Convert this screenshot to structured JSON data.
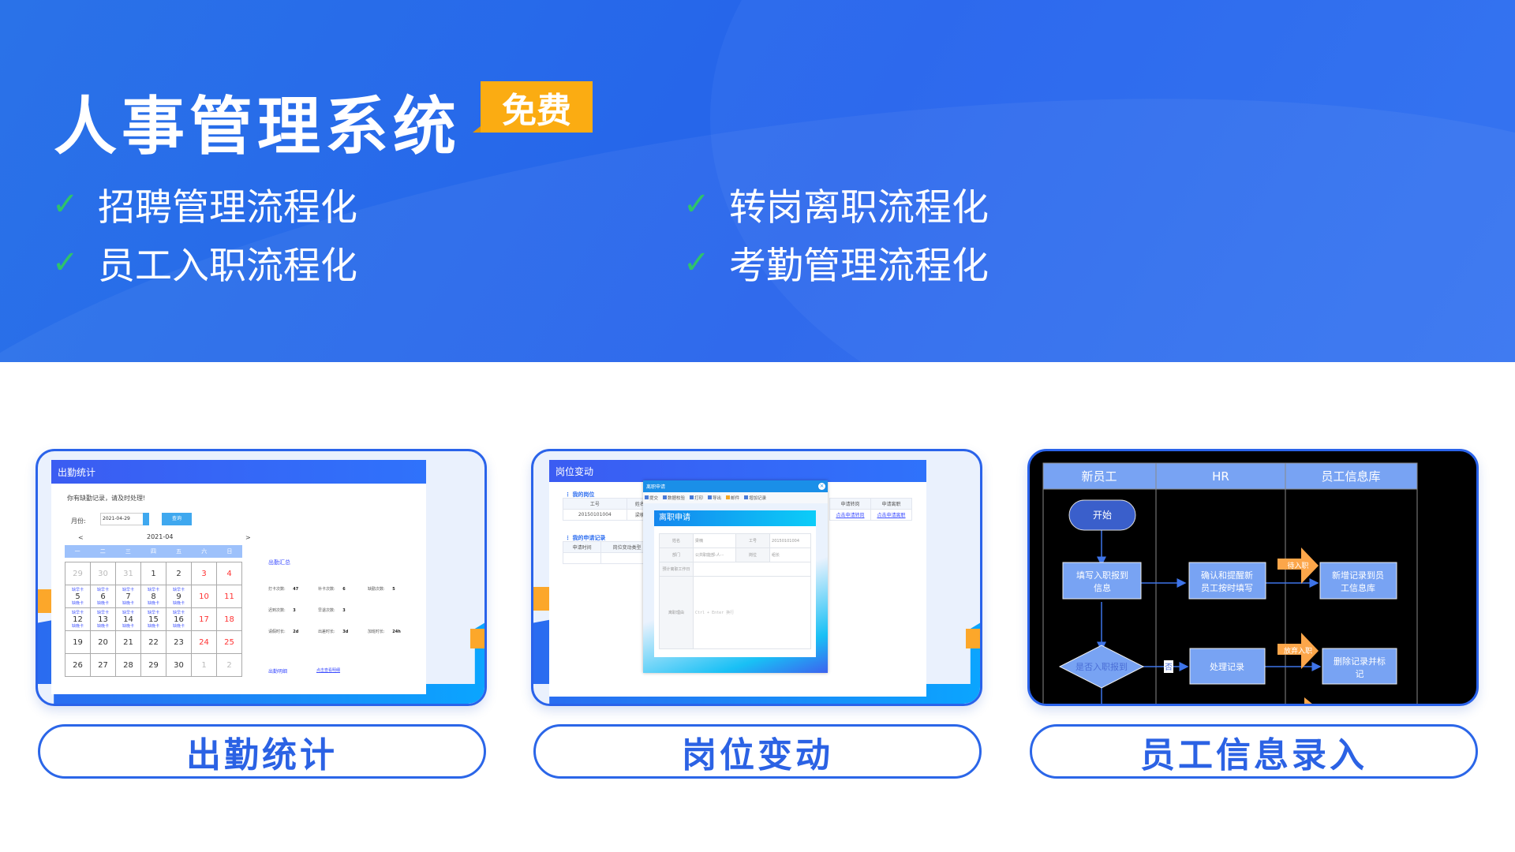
{
  "hero": {
    "title": "人事管理系统",
    "badge": "免费",
    "features": [
      "招聘管理流程化",
      "转岗离职流程化",
      "员工入职流程化",
      "考勤管理流程化"
    ]
  },
  "colors": {
    "primary": "#2563eb",
    "badge": "#fbac12",
    "check": "#2ec36b",
    "flow_node": "#78a3f3",
    "flow_arrow": "#fca64a"
  },
  "cards": [
    {
      "label": "出勤统计",
      "screen": {
        "title": "出勤统计",
        "notice": "你有缺勤记录，请及时处理!",
        "month_label": "月份:",
        "month_value": "2021-04-29",
        "query": "查询",
        "cal_title": "2021-04",
        "prev": "<",
        "next": ">",
        "weekdays": [
          "一",
          "二",
          "三",
          "四",
          "五",
          "六",
          "日"
        ],
        "weeks": [
          [
            {
              "d": "29",
              "t": "prev"
            },
            {
              "d": "30",
              "t": "prev"
            },
            {
              "d": "31",
              "t": "prev"
            },
            {
              "d": "1",
              "t": ""
            },
            {
              "d": "2",
              "t": ""
            },
            {
              "d": "3",
              "t": "we"
            },
            {
              "d": "4",
              "t": "we"
            }
          ],
          [
            {
              "d": "5",
              "t": "",
              "m": [
                "缺早卡",
                "缺晚卡"
              ]
            },
            {
              "d": "6",
              "t": "",
              "m": [
                "缺早卡",
                "缺晚卡"
              ]
            },
            {
              "d": "7",
              "t": "",
              "m": [
                "缺早卡",
                "缺晚卡"
              ]
            },
            {
              "d": "8",
              "t": "",
              "m": [
                "缺早卡",
                "缺晚卡"
              ]
            },
            {
              "d": "9",
              "t": "",
              "m": [
                "缺早卡",
                "缺晚卡"
              ]
            },
            {
              "d": "10",
              "t": "we"
            },
            {
              "d": "11",
              "t": "we"
            }
          ],
          [
            {
              "d": "12",
              "t": "",
              "m": [
                "缺早卡",
                "缺晚卡"
              ]
            },
            {
              "d": "13",
              "t": "",
              "m": [
                "缺早卡",
                "缺晚卡"
              ]
            },
            {
              "d": "14",
              "t": "",
              "m": [
                "缺早卡",
                "缺晚卡"
              ]
            },
            {
              "d": "15",
              "t": "",
              "m": [
                "缺早卡",
                "缺晚卡"
              ]
            },
            {
              "d": "16",
              "t": "",
              "m": [
                "缺早卡",
                "缺晚卡"
              ]
            },
            {
              "d": "17",
              "t": "we"
            },
            {
              "d": "18",
              "t": "we"
            }
          ],
          [
            {
              "d": "19",
              "t": ""
            },
            {
              "d": "20",
              "t": ""
            },
            {
              "d": "21",
              "t": ""
            },
            {
              "d": "22",
              "t": ""
            },
            {
              "d": "23",
              "t": ""
            },
            {
              "d": "24",
              "t": "we"
            },
            {
              "d": "25",
              "t": "we"
            }
          ],
          [
            {
              "d": "26",
              "t": ""
            },
            {
              "d": "27",
              "t": ""
            },
            {
              "d": "28",
              "t": ""
            },
            {
              "d": "29",
              "t": ""
            },
            {
              "d": "30",
              "t": ""
            },
            {
              "d": "1",
              "t": "prev"
            },
            {
              "d": "2",
              "t": "prev"
            }
          ]
        ],
        "summary_title": "出勤汇总",
        "stats": [
          [
            "打卡次数:",
            "47"
          ],
          [
            "补卡次数:",
            "6"
          ],
          [
            "缺勤次数:",
            "5"
          ],
          [
            "迟到次数:",
            "3"
          ],
          [
            "早退次数:",
            "3"
          ],
          null,
          [
            "请假时长:",
            "2d"
          ],
          [
            "出差时长:",
            "3d"
          ],
          [
            "加班时长:",
            "24h"
          ]
        ],
        "detail_title": "出勤明细",
        "detail_link": "点击查看明细"
      }
    },
    {
      "label": "岗位变动",
      "screen": {
        "title": "岗位变动",
        "my_post": "我的岗位",
        "post_headers": [
          "工号",
          "姓名"
        ],
        "post_row": [
          "20150101004",
          "梁楠"
        ],
        "right_headers": [
          "申请转岗",
          "申请离职"
        ],
        "right_links": [
          "点击申请转岗",
          "点击申请离职"
        ],
        "my_records": "我的申请记录",
        "record_headers": [
          "申请时间",
          "岗位变动类型"
        ],
        "dialog": {
          "title": "离职申请",
          "toolbar": [
            "提交",
            "数据校验",
            "打印",
            "导出",
            "邮件",
            "增加记录"
          ],
          "heading": "离职申请",
          "fields": [
            [
              "姓名",
              "梁楠",
              "工号",
              "20150101004"
            ],
            [
              "部门",
              "公共职能部-人···",
              "岗位",
              "组长"
            ]
          ],
          "date_label": "预计离职工作日",
          "reason_label": "离职理由",
          "reason_placeholder": "Ctrl + Enter 换行"
        }
      }
    },
    {
      "label": "员工信息录入",
      "screen": {
        "lanes": [
          "新员工",
          "HR",
          "员工信息库"
        ],
        "start": "开始",
        "n1": [
          "填写入职报到",
          "信息"
        ],
        "n2": [
          "确认和提醒新",
          "员工按时填写"
        ],
        "n3": [
          "新增记录到员",
          "工信息库"
        ],
        "decision": "是否入职报到",
        "no": "否",
        "n4": "处理记录",
        "n5": [
          "删除记录并标",
          "记"
        ],
        "tag1": "待入职",
        "tag2": "放弃入职"
      }
    }
  ]
}
